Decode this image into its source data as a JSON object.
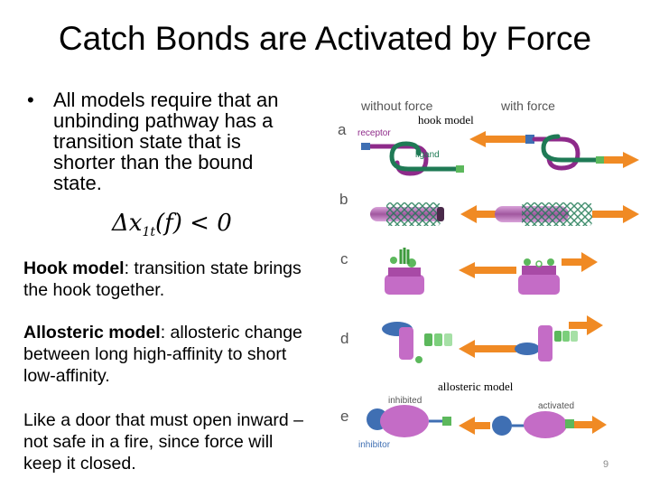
{
  "slide": {
    "title": "Catch Bonds are Activated by Force",
    "bullet_marker": "•",
    "bullet": "All models require that an unbinding pathway has a transition state that is shorter than the bound state.",
    "formula": {
      "base": "Δx",
      "sub": "1t",
      "rest": "(f) < 0"
    },
    "hook_para": {
      "term": "Hook  model",
      "text": ": transition state brings the hook together."
    },
    "allosteric_para": {
      "term": "Allosteric model",
      "text": ":  allosteric change between long high-affinity to short low-affinity."
    },
    "door_para": "Like a door that must open inward – not safe in a fire, since force will keep it closed.",
    "page_number": "9"
  },
  "figure": {
    "header_without": "without force",
    "header_with": "with force",
    "receptor": "receptor",
    "ligand": "ligand",
    "hook_model": "hook model",
    "allosteric_model": "allosteric model",
    "inhibited": "inhibited",
    "activated": "activated",
    "inhibitor": "inhibitor",
    "panels": [
      "a",
      "b",
      "c",
      "d",
      "e"
    ],
    "colors": {
      "receptor": "#8e2a8a",
      "ligand": "#1f7a55",
      "arrow": "#f08a24",
      "blue": "#3f6fb3",
      "green": "#5cb85c",
      "purple_fill": "#c46cc6",
      "label_grey": "#555555"
    }
  }
}
